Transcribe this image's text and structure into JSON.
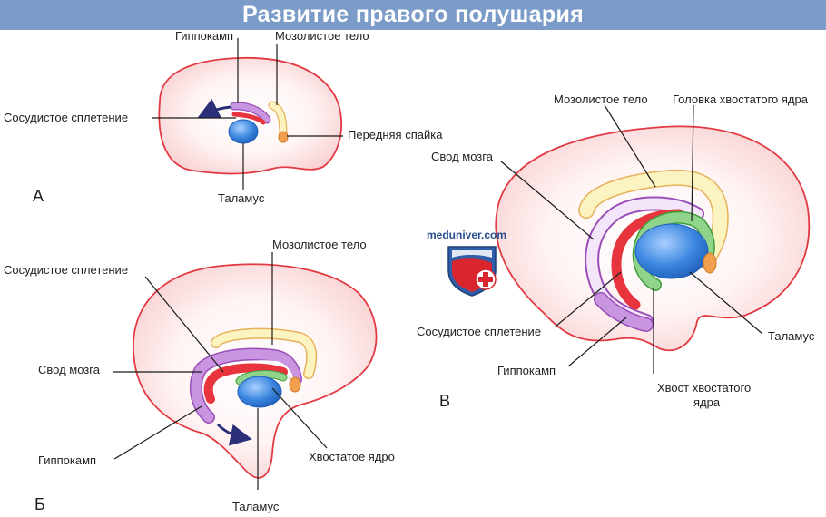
{
  "title": "Развитие правого полушария",
  "brand": {
    "name": "meduniver.com",
    "icon": "shield-cross-logo"
  },
  "colors": {
    "title_bar": "#7b9cc8",
    "brain_outline": "#e23a43",
    "brain_fill_inner": "#ffffff",
    "brain_fill_outer": "#f9d3d3",
    "choroid_plexus": "#e8343d",
    "hippocampus": "#c994e0",
    "corpus_callosum": "#fbf4c0",
    "caudate": "#8fd48a",
    "thalamus": "#3b86e0",
    "anterior_commissure": "#f3a04e"
  },
  "panels": [
    {
      "letter": "А",
      "labels": {
        "hippocampus": "Гиппокамп",
        "corpus_callosum": "Мозолистое тело",
        "choroid_plexus": "Сосудистое сплетение",
        "anterior_commissure": "Передняя спайка",
        "thalamus": "Таламус"
      }
    },
    {
      "letter": "Б",
      "labels": {
        "corpus_callosum": "Мозолистое тело",
        "choroid_plexus": "Сосудистое сплетение",
        "fornix": "Свод мозга",
        "hippocampus": "Гиппокамп",
        "caudate": "Хвостатое ядро",
        "thalamus": "Таламус"
      }
    },
    {
      "letter": "В",
      "labels": {
        "corpus_callosum": "Мозолистое тело",
        "caudate_head": "Головка хвостатого ядра",
        "fornix": "Свод мозга",
        "choroid_plexus": "Сосудистое сплетение",
        "hippocampus": "Гиппокамп",
        "thalamus": "Таламус",
        "caudate_tail_line1": "Хвост хвостатого",
        "caudate_tail_line2": "ядра"
      }
    }
  ]
}
